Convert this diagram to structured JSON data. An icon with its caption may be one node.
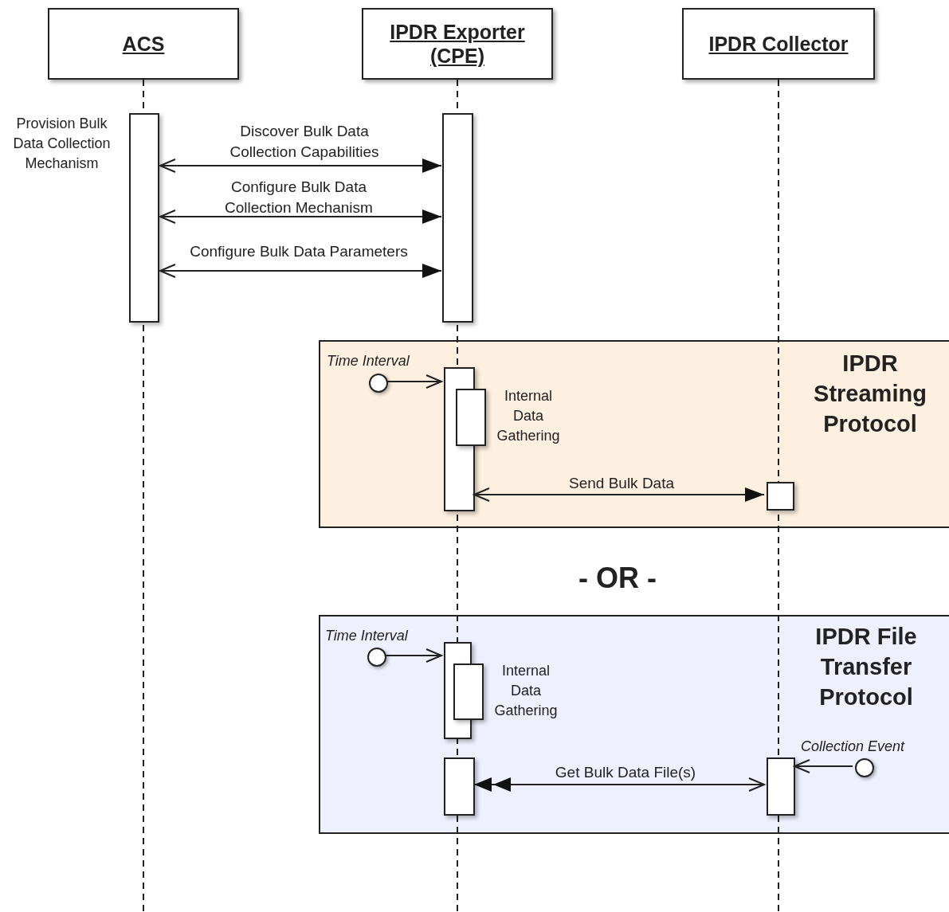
{
  "diagram": {
    "nodes": [
      {
        "text": [
          "ACS"
        ]
      },
      {
        "text": [
          "IPDR Exporter (CPE)"
        ]
      },
      {
        "text": [
          "IPDR Collector"
        ]
      },
      {
        "text": [],
        "shape": "bar",
        "beside": [
          "Provision Bulk Data Collection Mechanism"
        ]
      },
      {
        "text": [],
        "shape": "bar"
      },
      {
        "text": [
          "IPDR Streaming Protocol"
        ]
      },
      {
        "text": [],
        "shape": "circle",
        "in": 5,
        "beside": [
          "Time Interval"
        ]
      },
      {
        "text": [],
        "shape": "bar",
        "in": 5
      },
      {
        "text": [],
        "shape": "bar",
        "in": 5,
        "beside": [
          "Internal Data Gathering"
        ]
      },
      {
        "text": [],
        "shape": "bar",
        "in": 5
      },
      {
        "text": [
          "IPDR File Transfer Protocol"
        ]
      },
      {
        "text": [],
        "shape": "circle",
        "in": 10,
        "beside": [
          "Time Interval"
        ]
      },
      {
        "text": [],
        "shape": "bar",
        "in": 10
      },
      {
        "text": [],
        "shape": "bar",
        "in": 10,
        "beside": [
          "Internal Data Gathering"
        ]
      },
      {
        "text": [],
        "shape": "bar",
        "in": 10
      },
      {
        "text": [],
        "shape": "bar",
        "in": 10
      },
      {
        "text": [],
        "shape": "circle",
        "in": 10,
        "beside": [
          "Collection Event"
        ]
      }
    ],
    "edges": [
      {
        "from": 3,
        "to": 4,
        "arrow": "both",
        "label": "Discover Bulk Data Collection Capabilities"
      },
      {
        "from": 3,
        "to": 4,
        "arrow": "both",
        "label": "Configure Bulk Data Collection Mechanism"
      },
      {
        "from": 3,
        "to": 4,
        "arrow": "both",
        "label": "Configure Bulk Data Parameters"
      },
      {
        "from": 6,
        "to": 7,
        "arrow": "to"
      },
      {
        "from": 7,
        "to": 9,
        "arrow": "both",
        "label": "Send Bulk Data"
      },
      {
        "from": 11,
        "to": 12,
        "arrow": "to"
      },
      {
        "from": 15,
        "to": 14,
        "arrow": "both",
        "label": "Get Bulk Data File(s)"
      },
      {
        "from": 16,
        "to": 15,
        "arrow": "to"
      }
    ],
    "labels": [
      "- OR -"
    ]
  }
}
